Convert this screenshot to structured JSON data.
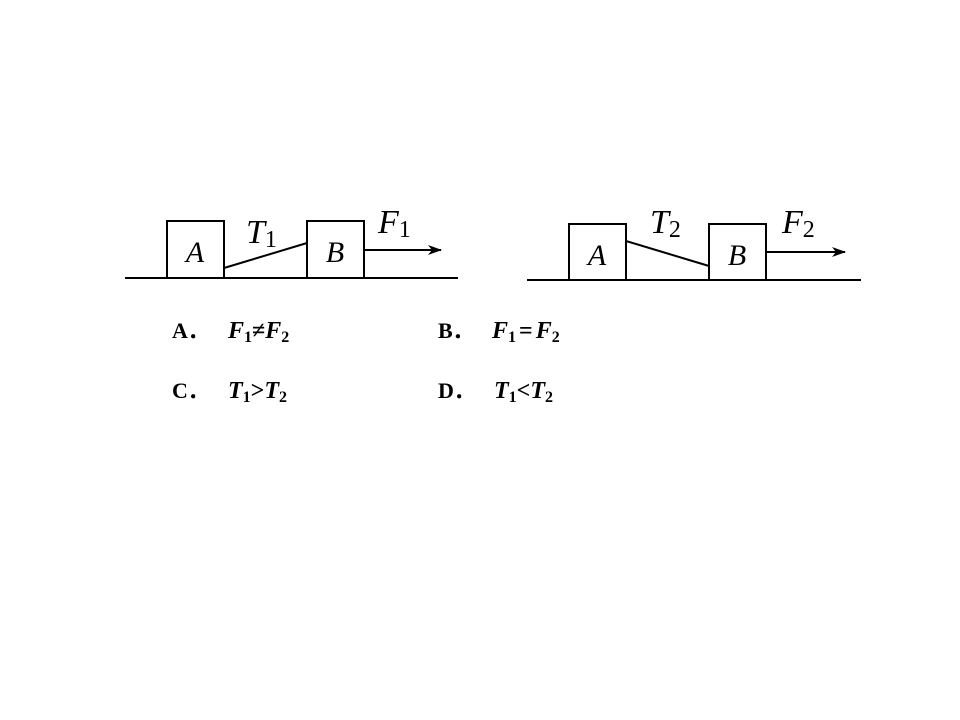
{
  "figure": {
    "left": {
      "block_a": "A",
      "block_b": "B",
      "tension": {
        "symbol": "T",
        "subscript": "1"
      },
      "force": {
        "symbol": "F",
        "subscript": "1"
      }
    },
    "right": {
      "block_a": "A",
      "block_b": "B",
      "tension": {
        "symbol": "T",
        "subscript": "2"
      },
      "force": {
        "symbol": "F",
        "subscript": "2"
      }
    }
  },
  "options": [
    {
      "letter": "A．",
      "lhs": "F",
      "lhs_sub": "1",
      "op": "≠",
      "rhs": "F",
      "rhs_sub": "2"
    },
    {
      "letter": "B．",
      "lhs": "F",
      "lhs_sub": "1",
      "op": "=",
      "rhs": "F",
      "rhs_sub": "2"
    },
    {
      "letter": "C．",
      "lhs": "T",
      "lhs_sub": "1",
      "op": ">",
      "rhs": "T",
      "rhs_sub": "2"
    },
    {
      "letter": "D．",
      "lhs": "T",
      "lhs_sub": "1",
      "op": "<",
      "rhs": "T",
      "rhs_sub": "2"
    }
  ]
}
